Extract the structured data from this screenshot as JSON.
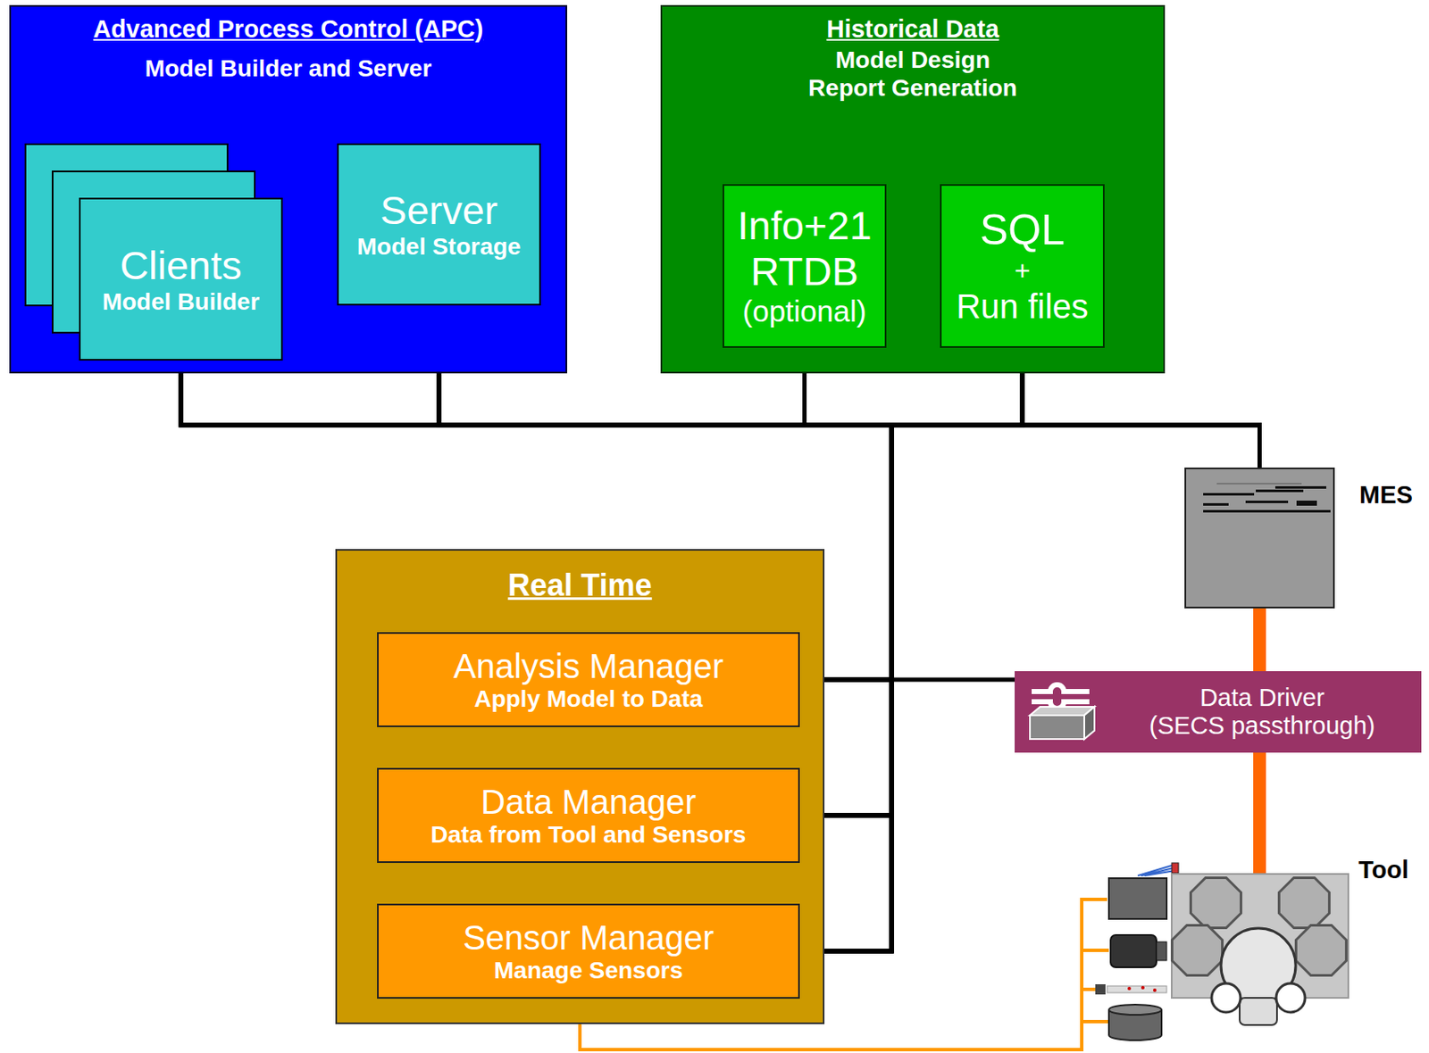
{
  "diagram": {
    "nodes": [
      {
        "text": [
          "Advanced Process Control (APC)",
          "Model Builder and Server"
        ]
      },
      {
        "text": [
          "Clients",
          "Model Builder"
        ],
        "in": 0
      },
      {
        "text": [
          "Server",
          "Model Storage"
        ],
        "in": 0
      },
      {
        "text": [
          "Historical Data",
          "Model Design",
          "Report Generation"
        ]
      },
      {
        "text": [
          "Info+21 RTDB",
          "(optional)"
        ],
        "in": 3
      },
      {
        "text": [
          "SQL",
          "+",
          "Run files"
        ],
        "in": 3
      },
      {
        "text": [
          "MES"
        ]
      },
      {
        "text": [
          "Real Time"
        ]
      },
      {
        "text": [
          "Analysis Manager",
          "Apply Model to Data"
        ],
        "in": 7
      },
      {
        "text": [
          "Data Manager",
          "Data from Tool and Sensors"
        ],
        "in": 7
      },
      {
        "text": [
          "Sensor Manager",
          "Manage Sensors"
        ],
        "in": 7
      },
      {
        "text": [
          "Data Driver",
          "(SECS passthrough)"
        ]
      },
      {
        "text": [
          "Tool"
        ]
      }
    ],
    "edges": [
      {
        "from": 1,
        "to": 8,
        "arrow": "none"
      },
      {
        "from": 1,
        "to": 9,
        "arrow": "none"
      },
      {
        "from": 1,
        "to": 10,
        "arrow": "none"
      },
      {
        "from": 2,
        "to": 8,
        "arrow": "none"
      },
      {
        "from": 2,
        "to": 9,
        "arrow": "none"
      },
      {
        "from": 2,
        "to": 10,
        "arrow": "none"
      },
      {
        "from": 4,
        "to": 8,
        "arrow": "none"
      },
      {
        "from": 4,
        "to": 9,
        "arrow": "none"
      },
      {
        "from": 4,
        "to": 10,
        "arrow": "none"
      },
      {
        "from": 5,
        "to": 8,
        "arrow": "none"
      },
      {
        "from": 5,
        "to": 9,
        "arrow": "none"
      },
      {
        "from": 5,
        "to": 10,
        "arrow": "none"
      },
      {
        "from": 6,
        "to": 8,
        "arrow": "none"
      },
      {
        "from": 6,
        "to": 9,
        "arrow": "none"
      },
      {
        "from": 6,
        "to": 10,
        "arrow": "none"
      },
      {
        "from": 8,
        "to": 11,
        "arrow": "none"
      },
      {
        "from": 6,
        "to": 11,
        "arrow": "none"
      },
      {
        "from": 11,
        "to": 12,
        "arrow": "none"
      },
      {
        "from": 10,
        "to": 12,
        "arrow": "none"
      }
    ]
  }
}
